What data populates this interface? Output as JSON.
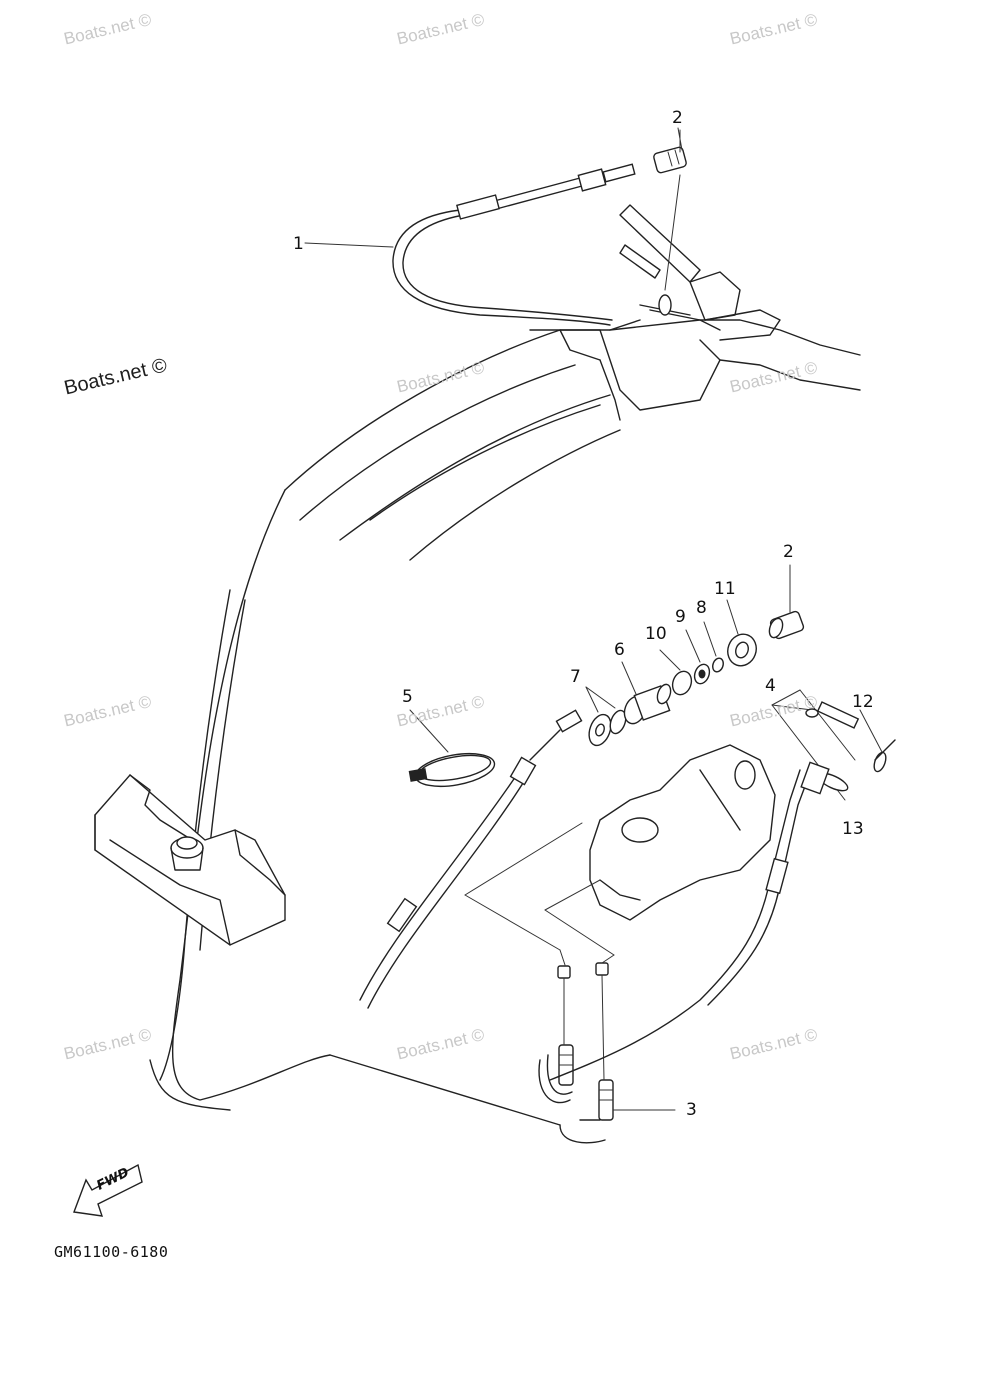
{
  "watermarks": {
    "text": "Boats.net ©"
  },
  "callouts": {
    "c1": "1",
    "c2_top": "2",
    "c2_mid": "2",
    "c3": "3",
    "c4": "4",
    "c5": "5",
    "c6": "6",
    "c7": "7",
    "c8": "8",
    "c9": "9",
    "c10": "10",
    "c11": "11",
    "c12": "12",
    "c13": "13"
  },
  "fwd_label": "FWD",
  "diagram_code": "GM61100-6180",
  "colors": {
    "line": "#222222",
    "watermark": "#c8c8c8",
    "background": "#ffffff"
  }
}
